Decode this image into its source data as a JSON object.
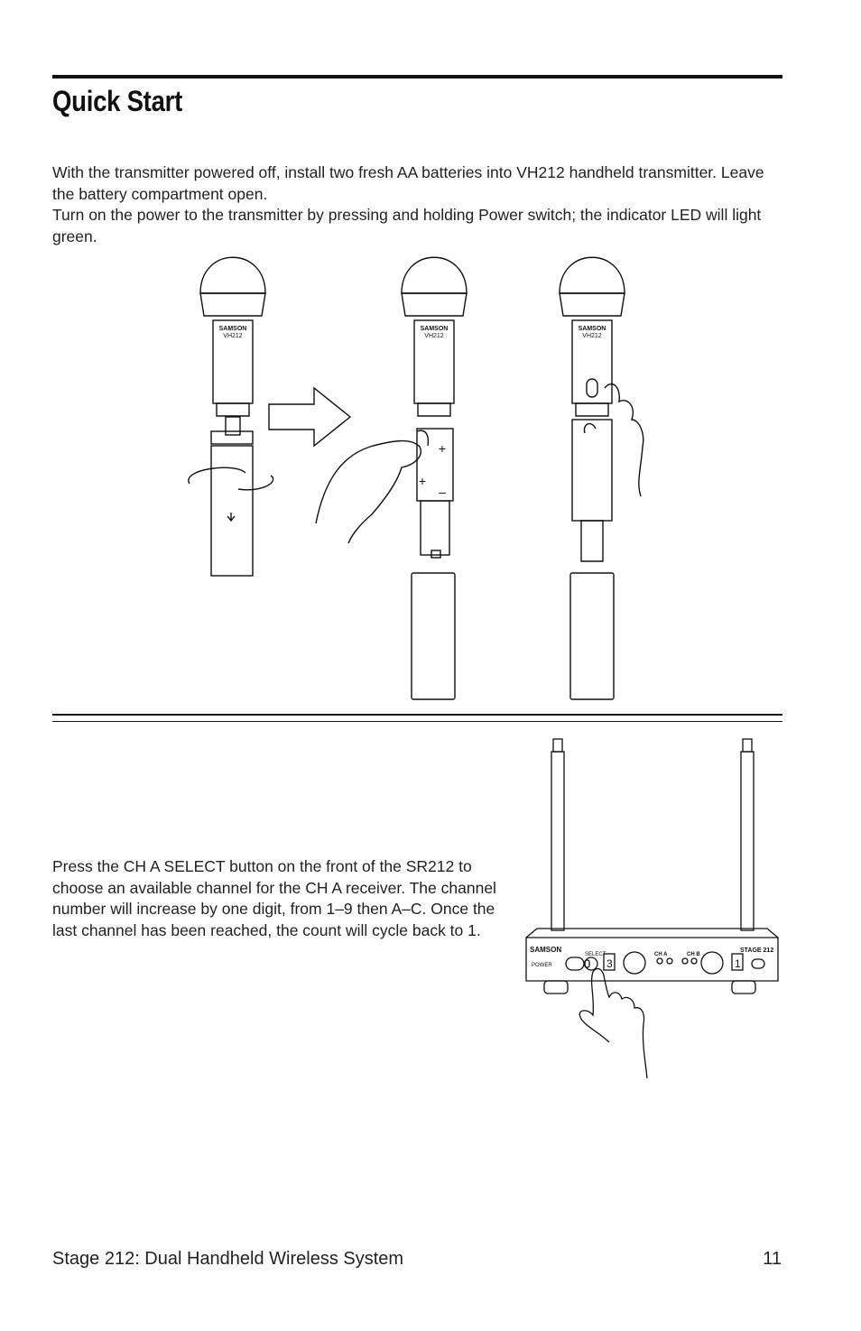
{
  "page": {
    "title": "Quick Start",
    "paragraph_1": "With the transmitter powered off, install two fresh AA batteries into VH212 handheld transmitter. Leave the battery compartment open.",
    "paragraph_2": "Turn on the power to the transmitter by pressing and holding Power switch; the indicator LED will light green.",
    "paragraph_3": "Press the CH A SELECT button on the front of the SR212 to choose an available channel for the CH A receiver. The channel number will increase by one digit, from 1–9 then A–C. Once the last channel has been reached, the count will cycle back to 1."
  },
  "figure_1": {
    "mic_brand": "SAMSON",
    "mic_model": "VH212",
    "battery_plus": "+",
    "battery_minus": "–"
  },
  "figure_2": {
    "brand": "SAMSON",
    "model": "STAGE 212",
    "power_label": "POWER",
    "select_label": "SELECT",
    "ch_a_label": "CH A",
    "ch_b_label": "CH B",
    "display_a": "3",
    "display_b": "1"
  },
  "footer": {
    "doc_title": "Stage 212: Dual Handheld Wireless System",
    "page_number": "11"
  }
}
